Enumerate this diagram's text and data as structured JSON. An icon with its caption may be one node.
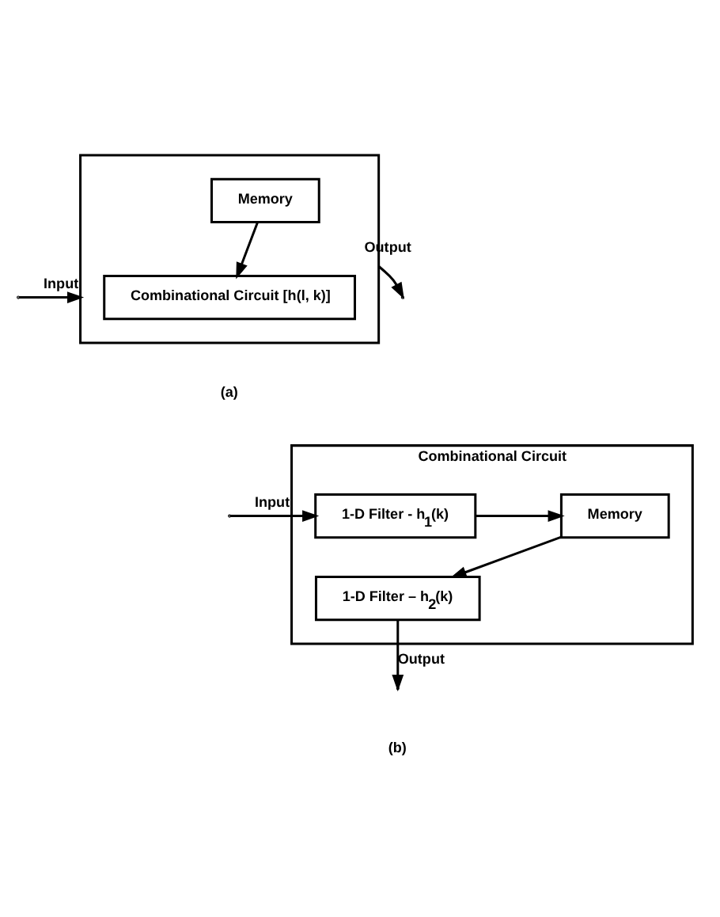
{
  "diagram": {
    "nodes": [
      {
        "text": [],
        "shape": "box"
      },
      {
        "text": [
          "Memory"
        ],
        "in": 0
      },
      {
        "text": [
          "Combinational Circuit [h(l, k)]"
        ],
        "in": 0
      },
      {
        "text": [
          "Combinational Circuit"
        ]
      },
      {
        "text": [
          "1-D Filter - h$_{1}$(k)"
        ],
        "in": 3
      },
      {
        "text": [
          "Memory"
        ],
        "in": 3
      },
      {
        "text": [
          "1-D Filter – h$_{2}$(k)"
        ],
        "in": 3
      }
    ],
    "edges": [
      {
        "from": null,
        "to": 0,
        "arrow": "to",
        "label": "Input"
      },
      {
        "from": 0,
        "to": null,
        "arrow": "to",
        "label": "Output"
      },
      {
        "from": 1,
        "to": 2,
        "arrow": "to"
      },
      {
        "from": null,
        "to": 4,
        "arrow": "to",
        "label": "Input"
      },
      {
        "from": 4,
        "to": 5,
        "arrow": "to"
      },
      {
        "from": 5,
        "to": 6,
        "arrow": "to"
      },
      {
        "from": 6,
        "to": null,
        "arrow": "to",
        "label": "Output"
      }
    ],
    "labels": [
      "(a)",
      "(b)"
    ]
  }
}
